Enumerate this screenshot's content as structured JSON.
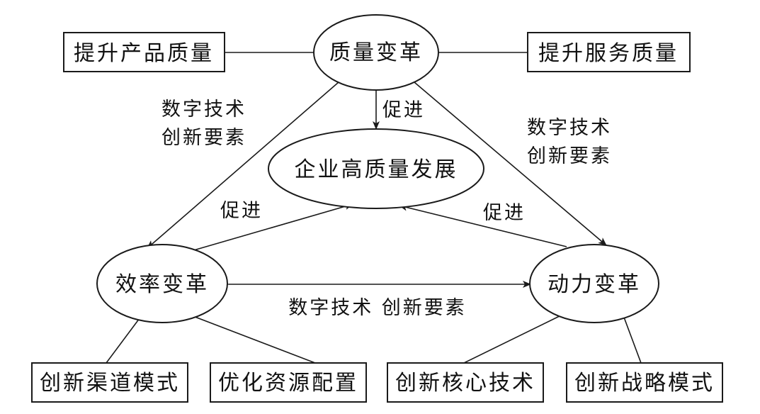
{
  "nodes": {
    "center": "企业高质量发展",
    "quality": "质量变革",
    "efficiency": "效率变革",
    "power": "动力变革"
  },
  "boxes": {
    "product_quality": "提升产品质量",
    "service_quality": "提升服务质量",
    "channel_mode": "创新渠道模式",
    "resource_allocation": "优化资源配置",
    "core_technology": "创新核心技术",
    "strategy_mode": "创新战略模式"
  },
  "labels": {
    "left_tech": "数字技术",
    "left_factor": "创新要素",
    "right_tech": "数字技术",
    "right_factor": "创新要素",
    "bottom": "数字技术 创新要素",
    "promote_top": "促进",
    "promote_left": "促进",
    "promote_right": "促进"
  }
}
